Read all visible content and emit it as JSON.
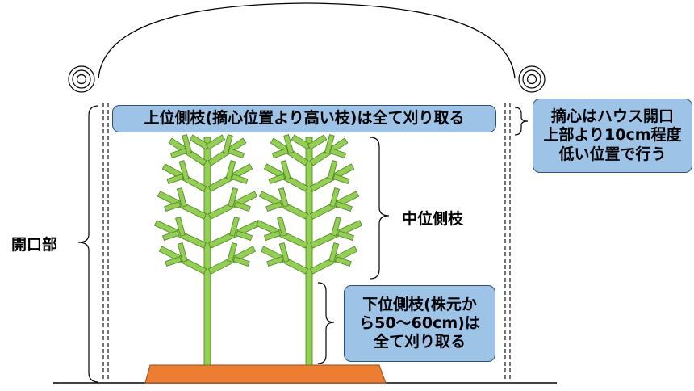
{
  "callouts": {
    "upper": "上位側枝(摘心位置より高い枝)は全て刈り取る",
    "topping": [
      "摘心はハウス開口",
      "上部より10cm程度",
      "低い位置で行う"
    ],
    "lower": [
      "下位側枝(株元か",
      "ら50～60cm)は",
      "全て刈り取る"
    ]
  },
  "labels": {
    "opening": "開口部",
    "middle_branches": "中位側枝"
  },
  "colors": {
    "callout_fill": "#9dc3e6",
    "callout_border": "#2f4f7a",
    "plant_fill": "#92d050",
    "plant_stroke": "#4e7d28",
    "soil_fill": "#ed7d31",
    "soil_stroke": "#9c4a12",
    "line": "#000000"
  }
}
